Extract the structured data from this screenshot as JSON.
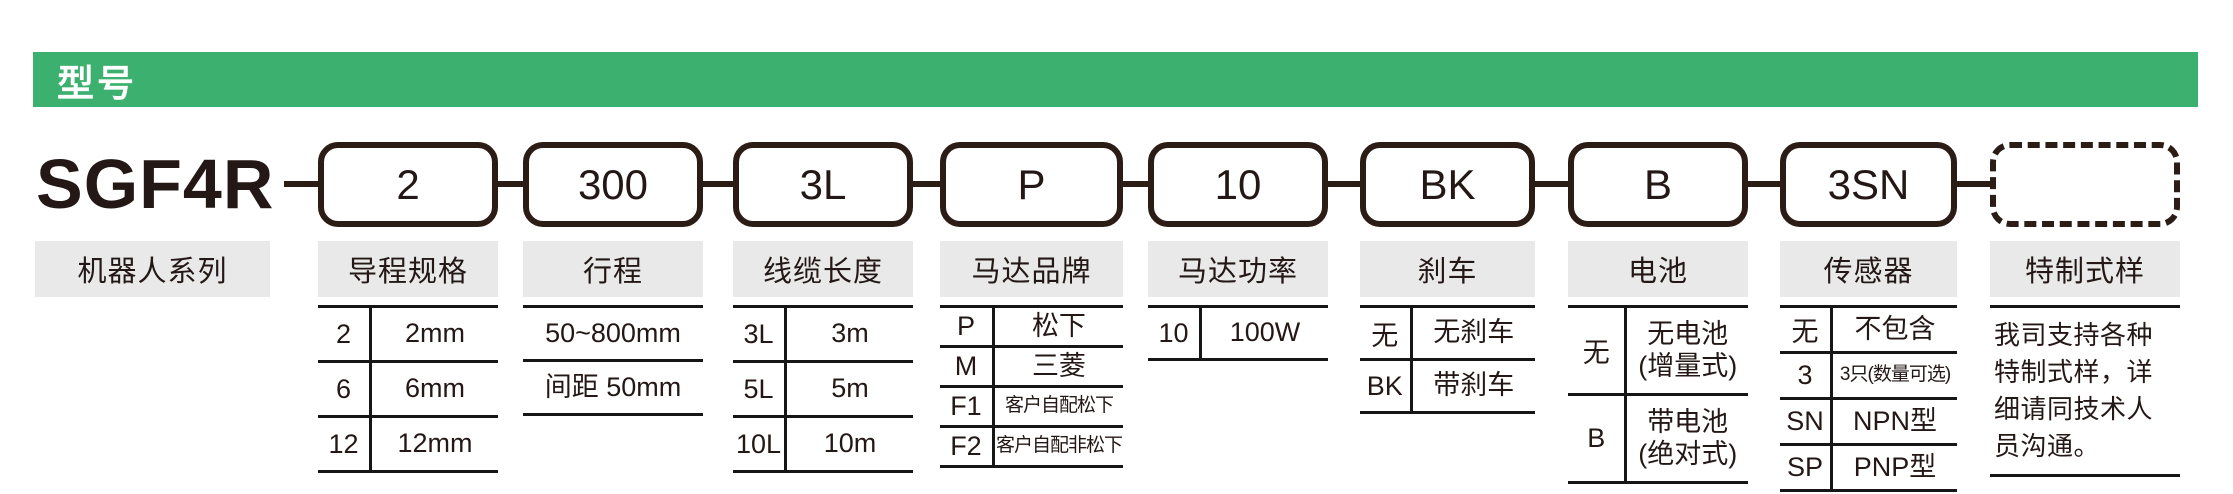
{
  "header": {
    "title": "型号"
  },
  "colors": {
    "accent_green": "#3cb06e",
    "ink": "#231815",
    "label_gray": "#e9e9e9"
  },
  "model": {
    "series_code": "SGF4R",
    "series_label": "机器人系列",
    "segments": [
      {
        "code": "2",
        "label": "导程规格",
        "rows": [
          [
            "2",
            "2mm"
          ],
          [
            "6",
            "6mm"
          ],
          [
            "12",
            "12mm"
          ]
        ]
      },
      {
        "code": "300",
        "label": "行程",
        "lines": [
          "50~800mm",
          "间距 50mm"
        ]
      },
      {
        "code": "3L",
        "label": "线缆长度",
        "rows": [
          [
            "3L",
            "3m"
          ],
          [
            "5L",
            "5m"
          ],
          [
            "10L",
            "10m"
          ]
        ]
      },
      {
        "code": "P",
        "label": "马达品牌",
        "rows": [
          [
            "P",
            "松下"
          ],
          [
            "M",
            "三菱"
          ],
          [
            "F1",
            "客户自配松下"
          ],
          [
            "F2",
            "客户自配非松下"
          ]
        ]
      },
      {
        "code": "10",
        "label": "马达功率",
        "rows": [
          [
            "10",
            "100W"
          ]
        ]
      },
      {
        "code": "BK",
        "label": "刹车",
        "rows": [
          [
            "无",
            "无刹车"
          ],
          [
            "BK",
            "带刹车"
          ]
        ]
      },
      {
        "code": "B",
        "label": "电池",
        "rows": [
          [
            "无",
            "无电池\n(增量式)"
          ],
          [
            "B",
            "带电池\n(绝对式)"
          ]
        ]
      },
      {
        "code": "3SN",
        "label": "传感器",
        "rows": [
          [
            "无",
            "不包含"
          ],
          [
            "3",
            "3只(数量可选)"
          ],
          [
            "SN",
            "NPN型"
          ],
          [
            "SP",
            "PNP型"
          ]
        ]
      },
      {
        "code": "",
        "label": "特制式样",
        "dashed": true,
        "note": "我司支持各种特制式样，详细请同技术人员沟通。"
      }
    ]
  }
}
